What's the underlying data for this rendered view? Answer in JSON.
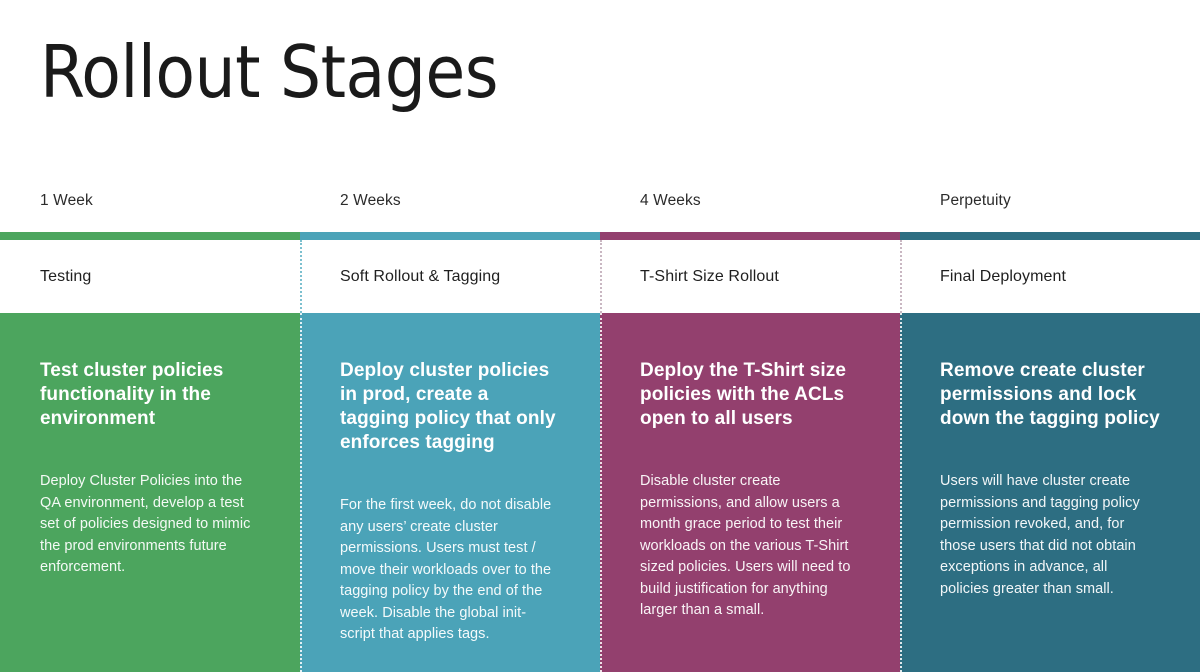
{
  "header": {
    "title": "Rollout Stages"
  },
  "palette": {
    "stage1": "#4CA55E",
    "stage2": "#4BA3B8",
    "stage3": "#93406E",
    "stage4": "#2D6E82",
    "background": "#FFFFFF",
    "title_color": "#1A1A1A",
    "label_color": "#1F1F1F",
    "panel_text": "#FFFFFF"
  },
  "timeline": {
    "columns": [
      {
        "duration": "1 Week",
        "stage_name": "Testing",
        "heading": "Test cluster policies functionality in the environment",
        "body": "Deploy Cluster Policies into the QA environment, develop a test set of policies designed to mimic the prod environments future enforcement.",
        "color": "#4CA55E",
        "divider_color": "#7CC0CF"
      },
      {
        "duration": "2 Weeks",
        "stage_name": "Soft Rollout & Tagging",
        "heading": "Deploy cluster policies in prod, create a tagging policy that only enforces tagging",
        "body": "For the first week, do not disable any users’ create cluster permissions. Users must test / move their workloads over to the tagging policy by the end of the week. Disable the global init-script that applies tags.",
        "color": "#4BA3B8",
        "divider_color": "#7CC0CF"
      },
      {
        "duration": "4 Weeks",
        "stage_name": "T-Shirt Size Rollout",
        "heading": "Deploy the T-Shirt size policies with the ACLs open to all users",
        "body": "Disable cluster create permissions, and allow users a month grace period to test their workloads on the various T-Shirt sized policies. Users will need to build justification for anything larger than a small.",
        "color": "#93406E",
        "divider_color": "#C9B7C2"
      },
      {
        "duration": "Perpetuity",
        "stage_name": "Final Deployment",
        "heading": "Remove create cluster permissions and lock down the tagging policy",
        "body": "Users will have cluster create permissions and tagging policy permission revoked, and, for those users that did not obtain exceptions in advance, all policies greater than small.",
        "color": "#2D6E82",
        "divider_color": "#C9B7C2"
      }
    ]
  }
}
